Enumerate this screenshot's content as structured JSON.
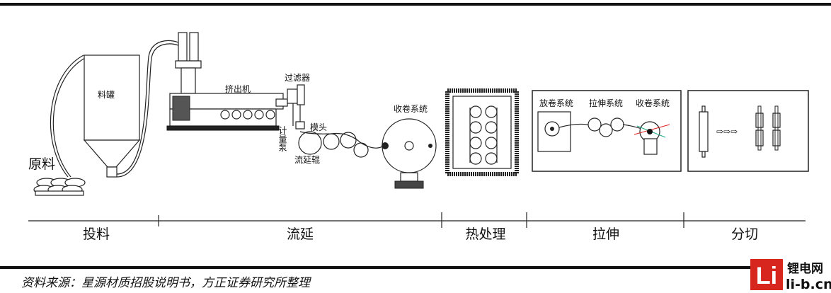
{
  "diagram": {
    "stages": [
      {
        "name": "投料"
      },
      {
        "name": "流延"
      },
      {
        "name": "热处理"
      },
      {
        "name": "拉伸"
      },
      {
        "name": "分切"
      }
    ],
    "labels": {
      "raw_material": "原料",
      "hopper": "料罐",
      "extruder": "挤出机",
      "filter": "过滤器",
      "metering_pump": "计量泵",
      "die": "模头",
      "casting_roll": "流延辊",
      "winder_cast": "收卷系统",
      "unwind": "放卷系统",
      "stretch": "拉伸系统",
      "winder_stretch": "收卷系统"
    }
  },
  "footer": {
    "source": "资料来源：星源材质招股说明书，方正证券研究所整理"
  },
  "watermark": {
    "logo": "Li",
    "line1": "锂电网",
    "line2": "li-b.cn",
    "colors": {
      "logo_bg": "#d6261d",
      "logo_fg": "#ffffff"
    }
  }
}
